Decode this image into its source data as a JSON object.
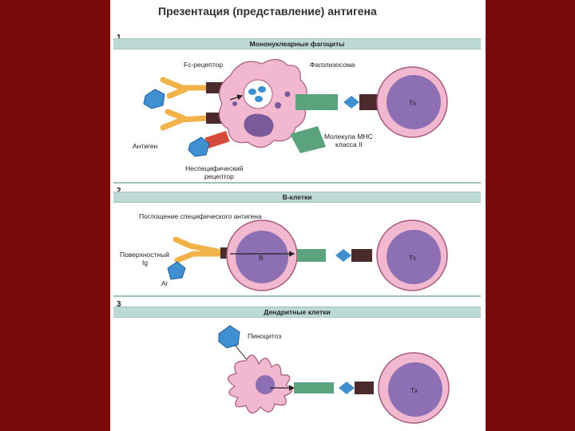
{
  "title": "Презентация (представление) антигена",
  "panels": [
    {
      "number": "1",
      "header": "Мононуклеарные фагоциты"
    },
    {
      "number": "2",
      "header": "В-клетки"
    },
    {
      "number": "3",
      "header": "Дендритные клетки"
    }
  ],
  "labels": {
    "fc_receptor": "Fc-рецептор",
    "phagolysosome": "Фаголизосома",
    "antigen": "Антиген",
    "nonspecific_receptor_1": "Неспецифический",
    "nonspecific_receptor_2": "рецептор",
    "mhc_1": "Молекула МНС",
    "mhc_2": "класса II",
    "tx": "Тх",
    "b": "В",
    "uptake": "Поглощение специфического антигена",
    "surface_ig_1": "Поверхностный",
    "surface_ig_2": "Ig",
    "ag": "Аг",
    "pinocytosis": "Пиноцитоз"
  },
  "colors": {
    "background": "#7a0a0a",
    "band": "#bcd9d6",
    "cell_pink": "#f2b8d0",
    "t_cell_nucleus": "#8d6fb3",
    "receptor_orange": "#f1b24a",
    "mhc_green": "#5aa37d",
    "antigen_blue": "#3f8fd1",
    "receptor_dark": "#4a2a2a"
  }
}
